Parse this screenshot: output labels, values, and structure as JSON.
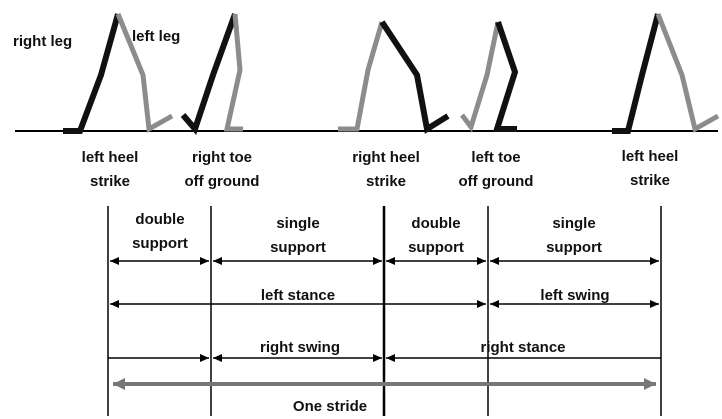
{
  "legend": {
    "right_leg": "right leg",
    "left_leg": "left leg"
  },
  "events": [
    {
      "line1": "left heel",
      "line2": "strike"
    },
    {
      "line1": "right toe",
      "line2": "off ground"
    },
    {
      "line1": "right heel",
      "line2": "strike"
    },
    {
      "line1": "left toe",
      "line2": "off ground"
    },
    {
      "line1": "left heel",
      "line2": "strike"
    }
  ],
  "phases": {
    "p1": {
      "line1": "double",
      "line2": "support"
    },
    "p2": {
      "line1": "single",
      "line2": "support"
    },
    "p3": {
      "line1": "double",
      "line2": "support"
    },
    "p4": {
      "line1": "single",
      "line2": "support"
    }
  },
  "stance_swing": {
    "left_stance": "left stance",
    "left_swing": "left swing",
    "right_swing": "right swing",
    "right_stance": "right stance"
  },
  "stride": "One stride",
  "colors": {
    "right_leg": "#111111",
    "left_leg": "#8c8c8c",
    "lines": "#000000",
    "stride_arrow": "#777777"
  }
}
